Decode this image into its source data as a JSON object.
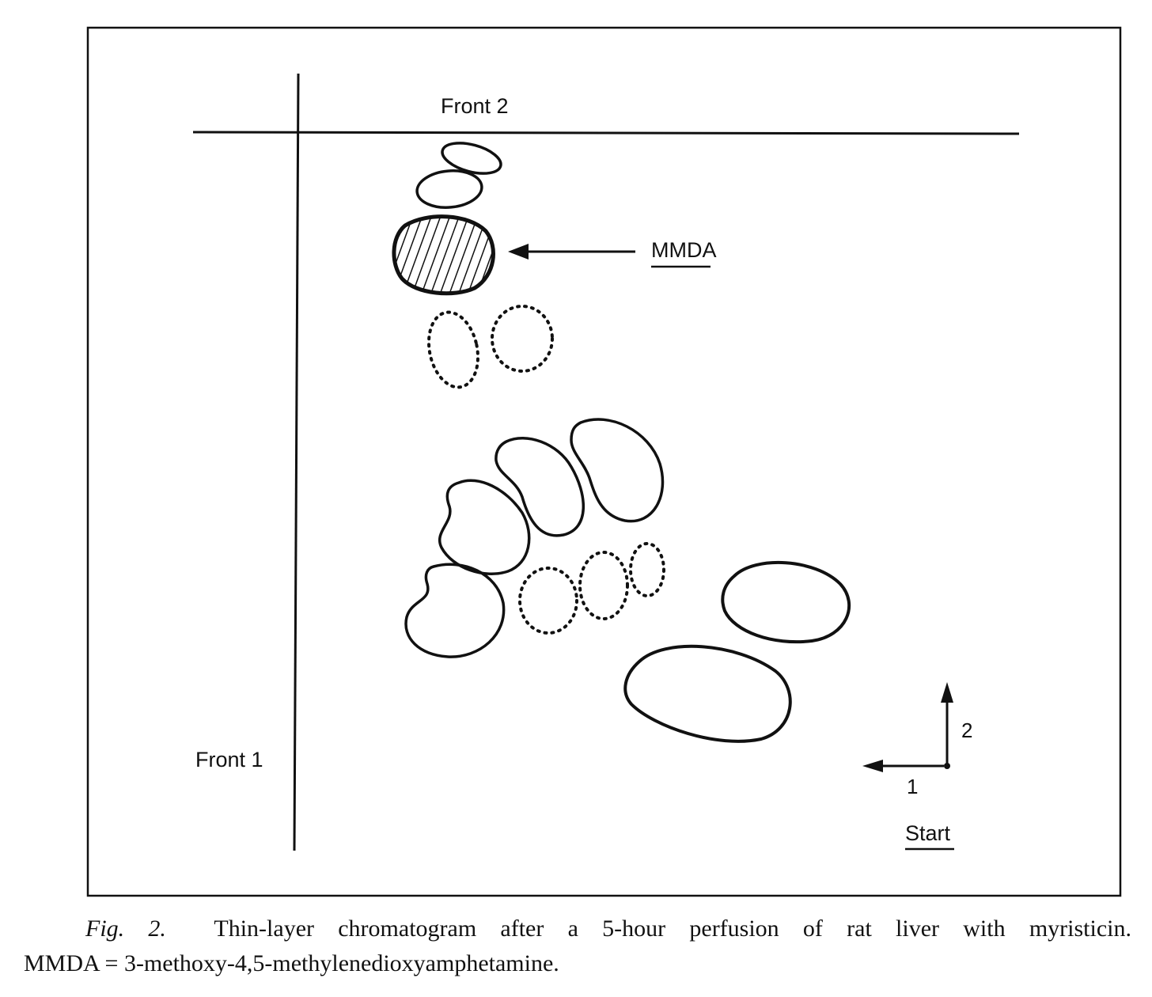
{
  "diagram": {
    "labels": {
      "front2": "Front 2",
      "front1": "Front 1",
      "mmda": "MMDA",
      "start": "Start",
      "dir1": "1",
      "dir2": "2"
    }
  },
  "caption": {
    "fig_label": "Fig. 2.",
    "text_line1": "Thin-layer chromatogram after a 5-hour perfusion of rat liver with myristicin.",
    "text_line2": "MMDA = 3-methoxy-4,5-methylenedioxyamphetamine."
  }
}
